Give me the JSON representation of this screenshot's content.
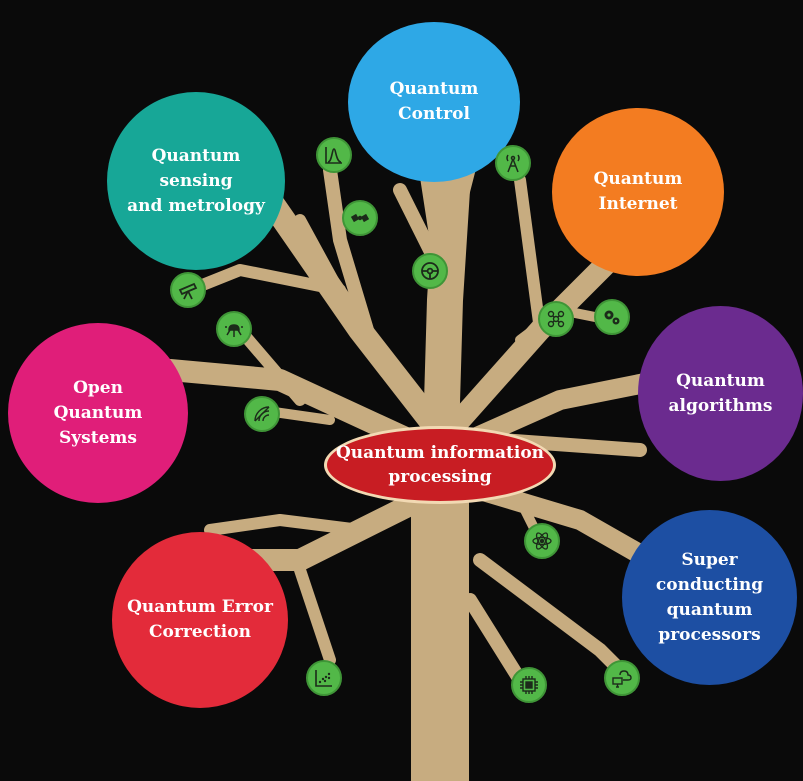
{
  "central": {
    "label": "Quantum information\nprocessing",
    "color": "#c81d23"
  },
  "topics": [
    {
      "id": "control",
      "label": "Quantum\nControl",
      "color": "#2ea8e6"
    },
    {
      "id": "sensing",
      "label": "Quantum\nsensing\nand metrology",
      "color": "#17a797"
    },
    {
      "id": "internet",
      "label": "Quantum\nInternet",
      "color": "#f37c21"
    },
    {
      "id": "open",
      "label": "Open\nQuantum\nSystems",
      "color": "#e01e79"
    },
    {
      "id": "algorithms",
      "label": "Quantum\nalgorithms",
      "color": "#6b2b8f"
    },
    {
      "id": "superconducting",
      "label": "Super\nconducting\nquantum\nprocessors",
      "color": "#1d4fa3"
    },
    {
      "id": "error",
      "label": "Quantum Error\nCorrection",
      "color": "#e32b3a"
    }
  ],
  "icons": [
    "bell-curve-icon",
    "radio-tower-icon",
    "satellite-icon",
    "steering-wheel-icon",
    "telescope-icon",
    "network-cloud-icon",
    "molecule-icon",
    "gears-icon",
    "radar-icon",
    "atom-icon",
    "scatter-plot-icon",
    "chip-icon",
    "cloud-computer-icon"
  ],
  "colors": {
    "background": "#0a0a0a",
    "trunk": "#c7ac80",
    "icon_fill": "#52b848"
  }
}
